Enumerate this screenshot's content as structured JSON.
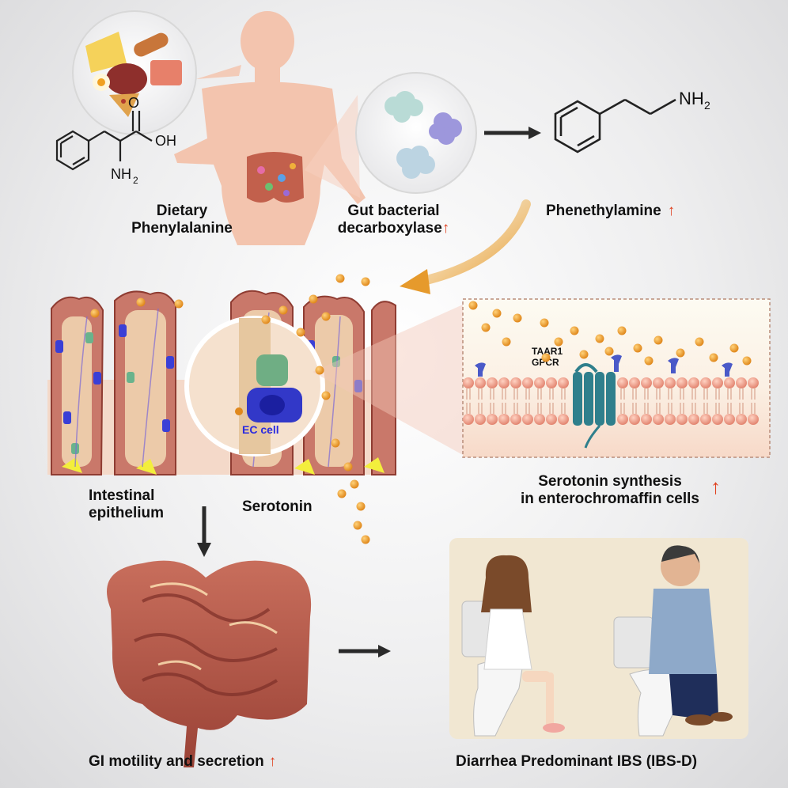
{
  "labels": {
    "dietary": [
      "Dietary",
      "Phenylalanine"
    ],
    "gut_bacterial": [
      "Gut bacterial",
      "decarboxylase"
    ],
    "phenethylamine": "Phenethylamine",
    "intestinal": [
      "Intestinal",
      "epithelium"
    ],
    "serotonin": "Serotonin",
    "serotonin_synthesis": [
      "Serotonin synthesis",
      "in enterochromaffin cells"
    ],
    "gi_motility": "GI motility and secretion",
    "ibs": "Diarrhea Predominant IBS (IBS-D)",
    "ec_cell": "EC cell",
    "receptor": [
      "TAAR1",
      "GPCR"
    ]
  },
  "chem": {
    "oh": "OH",
    "o": "O",
    "nh2_phe": "NH",
    "nh2_pea": "NH",
    "subscript": "2"
  },
  "indicators": {
    "up_arrow": "↑"
  },
  "colors": {
    "accent_up": "#e0401e",
    "flow_arrow": "#e8a13a",
    "serotonin_dot": "#e89a1e",
    "skin": "#f2c4ae",
    "gut": "#b8574a",
    "receptor": "#2f7f8c"
  }
}
